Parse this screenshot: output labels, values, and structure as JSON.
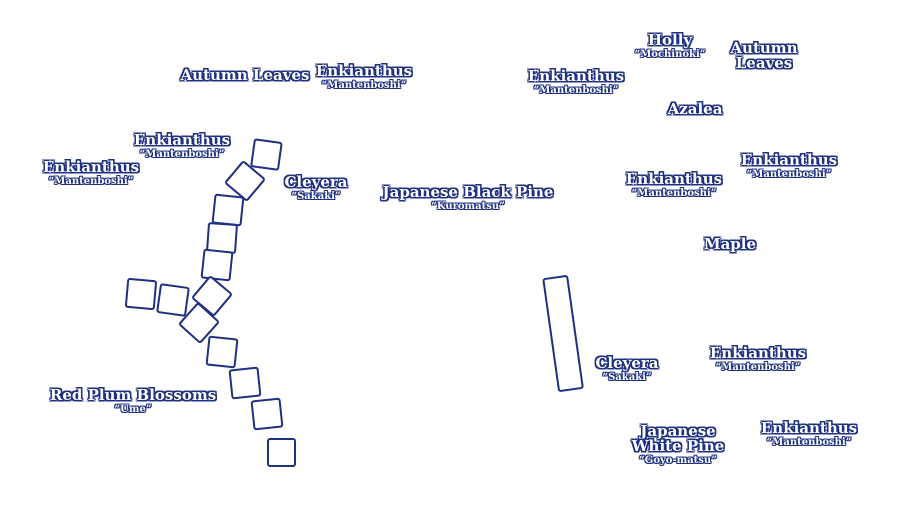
{
  "colors": {
    "label_outline": "#1f3080",
    "label_fill": "#ffffff",
    "stone_stroke": "#1f3080",
    "background": "#ffffff"
  },
  "plants": [
    {
      "id": "autumn-leaves-left",
      "name": "Autumn Leaves",
      "sub": ""
    },
    {
      "id": "enkianthus-top-left",
      "name": "Enkianthus",
      "sub": "“Mantenboshi”"
    },
    {
      "id": "enkianthus-mid-left",
      "name": "Enkianthus",
      "sub": "“Mantenboshi”"
    },
    {
      "id": "enkianthus-far-left",
      "name": "Enkianthus",
      "sub": "“Mantenboshi”"
    },
    {
      "id": "cleyera-left",
      "name": "Cleyera",
      "sub": "“Sakaki”"
    },
    {
      "id": "japanese-black-pine",
      "name": "Japanese Black Pine",
      "sub": "“Kuromatsu”"
    },
    {
      "id": "red-plum-blossoms",
      "name": "Red Plum Blossoms",
      "sub": "“Ume”"
    },
    {
      "id": "enkianthus-top-center",
      "name": "Enkianthus",
      "sub": "“Mantenboshi”"
    },
    {
      "id": "holly",
      "name": "Holly",
      "sub": "“Mochinoki”"
    },
    {
      "id": "autumn-leaves-right",
      "name": "Autumn Leaves",
      "sub": ""
    },
    {
      "id": "azalea",
      "name": "Azalea",
      "sub": ""
    },
    {
      "id": "enkianthus-right-1",
      "name": "Enkianthus",
      "sub": "“Mantenboshi”"
    },
    {
      "id": "enkianthus-right-2",
      "name": "Enkianthus",
      "sub": "“Mantenboshi”"
    },
    {
      "id": "maple",
      "name": "Maple",
      "sub": ""
    },
    {
      "id": "cleyera-right",
      "name": "Cleyera",
      "sub": "“Sakaki”"
    },
    {
      "id": "enkianthus-right-3",
      "name": "Enkianthus",
      "sub": "“Mantenboshi”"
    },
    {
      "id": "japanese-white-pine",
      "name": "Japanese White Pine",
      "sub": "“Goyo-matsu”"
    },
    {
      "id": "enkianthus-right-4",
      "name": "Enkianthus",
      "sub": "“Mantenboshi”"
    }
  ]
}
